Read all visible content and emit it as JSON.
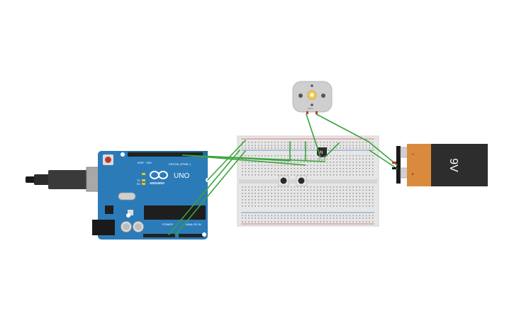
{
  "arduino": {
    "brand": "ARDUINO",
    "model": "UNO",
    "header_digital": "DIGITAL (PWM~)",
    "header_power": "POWER",
    "header_analog": "ANALOG IN",
    "tx_label": "TX",
    "rx_label": "RX",
    "aref_label": "AREF",
    "gnd_label": "GND"
  },
  "motor": {
    "label": "Motor"
  },
  "battery": {
    "voltage_label": "9V",
    "minus_label": "−",
    "plus_label": "+"
  },
  "transistor": {
    "label": "N"
  },
  "colors": {
    "board_blue": "#2b7bb9",
    "breadboard": "#e6e6e6",
    "battery_orange": "#d98a3d",
    "battery_dark": "#2a2a2a",
    "wire_green": "#3aa33a",
    "rail_red": "#d9534f",
    "rail_blue": "#4a7fc1"
  }
}
